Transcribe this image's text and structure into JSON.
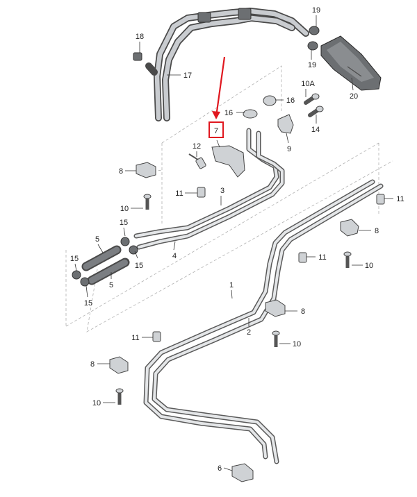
{
  "highlight": {
    "label": "7",
    "color": "#e0171f"
  },
  "labels": {
    "p1": "1",
    "p2": "2",
    "p3": "3",
    "p4": "4",
    "p5_upper": "5",
    "p5_lower": "5",
    "p6": "6",
    "p8_a": "8",
    "p8_b": "8",
    "p8_c": "8",
    "p8_d": "8",
    "p9": "9",
    "p10_a": "10",
    "p10_b": "10",
    "p10_c": "10",
    "p10_d": "10",
    "p10A": "10A",
    "p11_a": "11",
    "p11_b": "11",
    "p11_c": "11",
    "p11_d": "11",
    "p12": "12",
    "p14": "14",
    "p15_a": "15",
    "p15_b": "15",
    "p15_c": "15",
    "p15_d": "15",
    "p16_a": "16",
    "p16_b": "16",
    "p17": "17",
    "p18": "18",
    "p19_a": "19",
    "p19_b": "19",
    "p20": "20"
  }
}
